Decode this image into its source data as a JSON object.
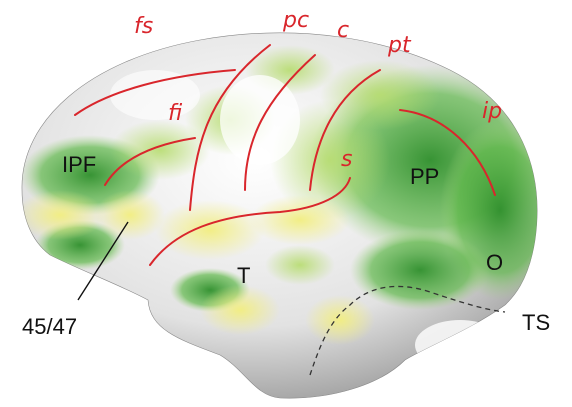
{
  "colors": {
    "sulcus": "#d9262c",
    "label": "#111111",
    "green": "#3fa33c",
    "yellow": "#e8e36a",
    "surface": "#ececec"
  },
  "sulci": {
    "fs": "fs",
    "pc": "pc",
    "c": "c",
    "pt": "pt",
    "fi": "fi",
    "ip": "ip",
    "s": "s"
  },
  "regions": {
    "ipf": "IPF",
    "pp": "PP",
    "t": "T",
    "o": "O",
    "ts": "TS",
    "area": "45/47"
  }
}
